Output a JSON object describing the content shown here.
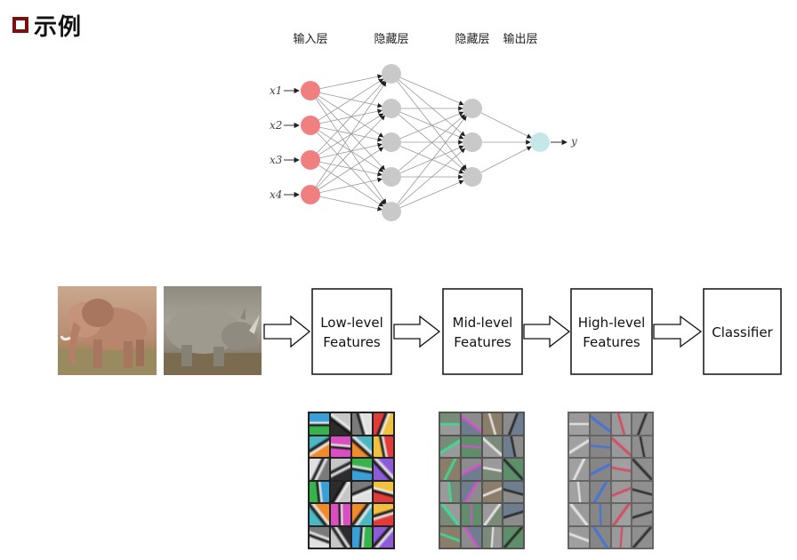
{
  "header": {
    "title": "示例"
  },
  "network": {
    "layer_labels": [
      "输入层",
      "隐藏层",
      "隐藏层",
      "输出层"
    ],
    "input_labels": [
      "x1",
      "x2",
      "x3",
      "x4"
    ],
    "output_label": "y",
    "colors": {
      "input": "#f07f80",
      "hidden": "#c9c9c9",
      "output": "#c5e7e8"
    }
  },
  "pipeline": {
    "stages": [
      {
        "line1": "Low-level",
        "line2": "Features"
      },
      {
        "line1": "Mid-level",
        "line2": "Features"
      },
      {
        "line1": "High-level",
        "line2": "Features"
      },
      {
        "line1": "Classifier",
        "line2": ""
      }
    ]
  }
}
